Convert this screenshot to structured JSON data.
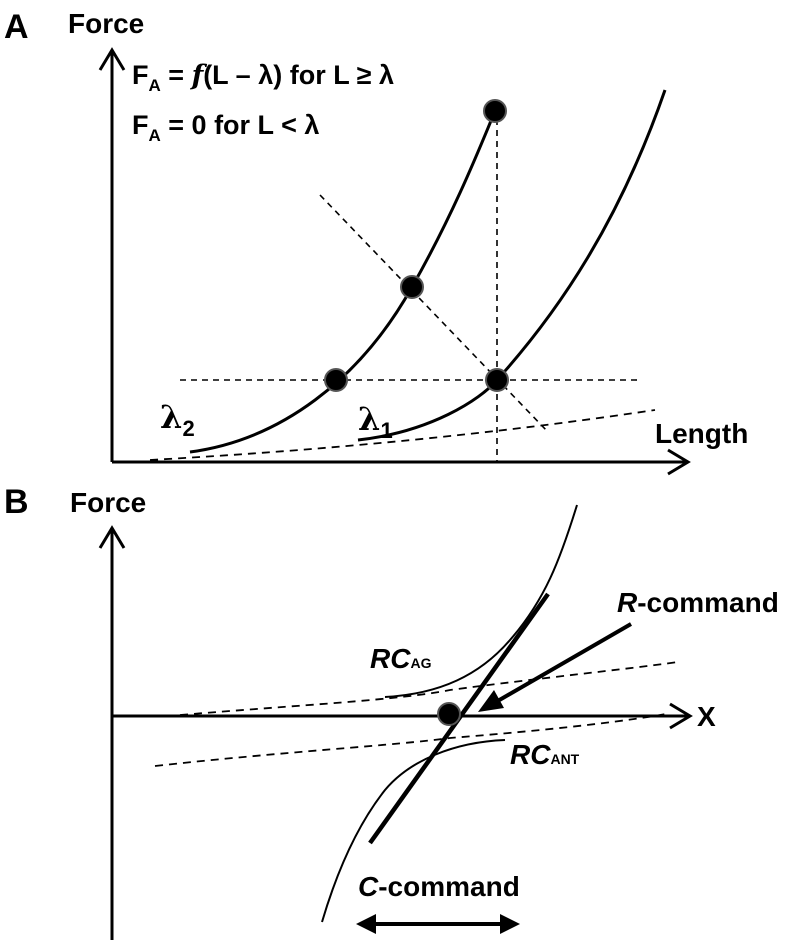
{
  "panel_a": {
    "label": "A",
    "y_axis_label": "Force",
    "x_axis_label": "Length",
    "equation_1": {
      "lhs_main": "F",
      "lhs_sub": "A",
      "f": "f",
      "rest": "(L – λ) for L ≥ λ",
      "eq": " = "
    },
    "equation_2": {
      "lhs_main": "F",
      "lhs_sub": "A",
      "rest": " = 0 for L < λ"
    },
    "lambda_2": {
      "symbol": "λ",
      "sub": "2"
    },
    "lambda_1": {
      "symbol": "λ",
      "sub": "1"
    }
  },
  "panel_b": {
    "label": "B",
    "y_axis_label": "Force",
    "x_axis_label": "X",
    "rc_ag": {
      "main": "RC",
      "sub": "AG"
    },
    "rc_ant": {
      "main": "RC",
      "sub": "ANT"
    },
    "r_command": {
      "letter": "R",
      "rest": "-command"
    },
    "c_command": {
      "letter": "C",
      "rest": "-command"
    }
  },
  "colors": {
    "ink": "#000000",
    "dot_outline": "#555555",
    "background": "#ffffff"
  }
}
